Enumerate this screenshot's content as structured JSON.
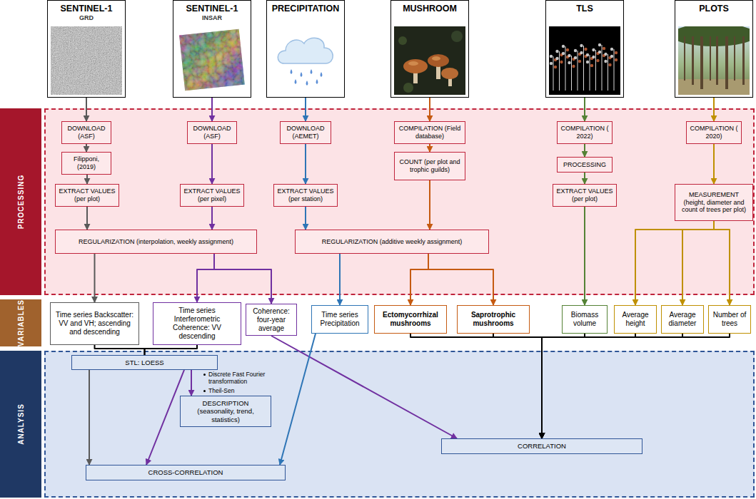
{
  "diagram": {
    "nodes": [
      {
        "text": [
          "SENTINEL-1",
          "GRD"
        ]
      },
      {
        "text": [
          "SENTINEL-1",
          "INSAR"
        ]
      },
      {
        "text": [
          "PRECIPITATION"
        ]
      },
      {
        "text": [
          "MUSHROOM"
        ]
      },
      {
        "text": [
          "TLS"
        ]
      },
      {
        "text": [
          "PLOTS"
        ]
      },
      {
        "text": [
          "PROCESSING"
        ]
      },
      {
        "text": [
          "DOWNLOAD (ASF)"
        ],
        "in": 6
      },
      {
        "text": [
          "Filipponi, (2019)"
        ],
        "in": 6
      },
      {
        "text": [
          "EXTRACT VALUES (per plot)"
        ],
        "in": 6
      },
      {
        "text": [
          "DOWNLOAD (ASF)"
        ],
        "in": 6
      },
      {
        "text": [
          "EXTRACT VALUES (per pixel)"
        ],
        "in": 6
      },
      {
        "text": [
          "DOWNLOAD (AEMET)"
        ],
        "in": 6
      },
      {
        "text": [
          "EXTRACT VALUES (per station)"
        ],
        "in": 6
      },
      {
        "text": [
          "COMPILATION (Field database)"
        ],
        "in": 6
      },
      {
        "text": [
          "COUNT (per plot and trophic guilds)"
        ],
        "in": 6
      },
      {
        "text": [
          "COMPILATION ( 2022)"
        ],
        "in": 6
      },
      {
        "text": [
          "PROCESSING"
        ],
        "in": 6
      },
      {
        "text": [
          "EXTRACT VALUES (per plot)"
        ],
        "in": 6
      },
      {
        "text": [
          "COMPILATION ( 2020)"
        ],
        "in": 6
      },
      {
        "text": [
          "MEASUREMENT (height, diameter and count of trees per plot)"
        ],
        "in": 6
      },
      {
        "text": [
          "REGULARIZATION (interpolation, weekly assignment)"
        ],
        "in": 6
      },
      {
        "text": [
          "REGULARIZATION (additive weekly assignment)"
        ],
        "in": 6
      },
      {
        "text": [
          "VARIABLES"
        ]
      },
      {
        "text": [
          "Time series Backscatter: VV and VH; ascending and descending"
        ]
      },
      {
        "text": [
          "Time series Interferometric Coherence: VV descending"
        ]
      },
      {
        "text": [
          "Coherence: four-year average"
        ]
      },
      {
        "text": [
          "Time series Precipitation"
        ]
      },
      {
        "text": [
          "Ectomycorrhizal mushrooms"
        ]
      },
      {
        "text": [
          "Saprotrophic mushrooms"
        ]
      },
      {
        "text": [
          "Biomass volume"
        ]
      },
      {
        "text": [
          "Average height"
        ]
      },
      {
        "text": [
          "Average diameter"
        ]
      },
      {
        "text": [
          "Number of trees"
        ]
      },
      {
        "text": [
          "ANALYSIS"
        ]
      },
      {
        "text": [
          "STL: LOESS"
        ],
        "in": 34
      },
      {
        "text": [
          "DESCRIPTION (seasonality, trend, statistics)"
        ],
        "in": 34
      },
      {
        "text": [
          "CROSS-CORRELATION"
        ],
        "in": 34
      },
      {
        "text": [
          "CORRELATION"
        ],
        "in": 34
      }
    ],
    "edges": [
      {
        "from": 0,
        "to": 7,
        "arrow": "to"
      },
      {
        "from": 7,
        "to": 8,
        "arrow": "to"
      },
      {
        "from": 8,
        "to": 9,
        "arrow": "to"
      },
      {
        "from": 9,
        "to": 21,
        "arrow": "to"
      },
      {
        "from": 1,
        "to": 10,
        "arrow": "to"
      },
      {
        "from": 10,
        "to": 11,
        "arrow": "to"
      },
      {
        "from": 11,
        "to": 21,
        "arrow": "to"
      },
      {
        "from": 2,
        "to": 12,
        "arrow": "to"
      },
      {
        "from": 12,
        "to": 13,
        "arrow": "to"
      },
      {
        "from": 13,
        "to": 22,
        "arrow": "to"
      },
      {
        "from": 3,
        "to": 14,
        "arrow": "to"
      },
      {
        "from": 14,
        "to": 15,
        "arrow": "to"
      },
      {
        "from": 15,
        "to": 22,
        "arrow": "to"
      },
      {
        "from": 4,
        "to": 16,
        "arrow": "to"
      },
      {
        "from": 16,
        "to": 17,
        "arrow": "to"
      },
      {
        "from": 17,
        "to": 18,
        "arrow": "to"
      },
      {
        "from": 18,
        "to": 30,
        "arrow": "to"
      },
      {
        "from": 5,
        "to": 19,
        "arrow": "to"
      },
      {
        "from": 19,
        "to": 20,
        "arrow": "to"
      },
      {
        "from": 20,
        "to": 31,
        "arrow": "to"
      },
      {
        "from": 20,
        "to": 32,
        "arrow": "to"
      },
      {
        "from": 20,
        "to": 33,
        "arrow": "to"
      },
      {
        "from": 21,
        "to": 24,
        "arrow": "to"
      },
      {
        "from": 21,
        "to": 25,
        "arrow": "to"
      },
      {
        "from": 21,
        "to": 26,
        "arrow": "to"
      },
      {
        "from": 22,
        "to": 27,
        "arrow": "to"
      },
      {
        "from": 22,
        "to": 28,
        "arrow": "to"
      },
      {
        "from": 22,
        "to": 29,
        "arrow": "to"
      },
      {
        "from": 24,
        "to": 35,
        "arrow": "none"
      },
      {
        "from": 25,
        "to": 35,
        "arrow": "none"
      },
      {
        "from": 26,
        "to": 38,
        "arrow": "to"
      },
      {
        "from": 27,
        "to": 37,
        "arrow": "to"
      },
      {
        "from": 35,
        "to": 37,
        "arrow": "to"
      },
      {
        "from": 35,
        "to": 36,
        "arrow": "to"
      },
      {
        "from": 35,
        "to": 37,
        "arrow": "to"
      },
      {
        "from": 28,
        "to": 38,
        "arrow": "to"
      },
      {
        "from": 29,
        "to": 38,
        "arrow": "to"
      },
      {
        "from": 30,
        "to": 38,
        "arrow": "to"
      },
      {
        "from": 31,
        "to": 38,
        "arrow": "to"
      },
      {
        "from": 32,
        "to": 38,
        "arrow": "to"
      },
      {
        "from": 33,
        "to": 38,
        "arrow": "to"
      }
    ],
    "labels": [
      "Discrete Fast Fourier transformation",
      "Theil-Sen"
    ]
  }
}
